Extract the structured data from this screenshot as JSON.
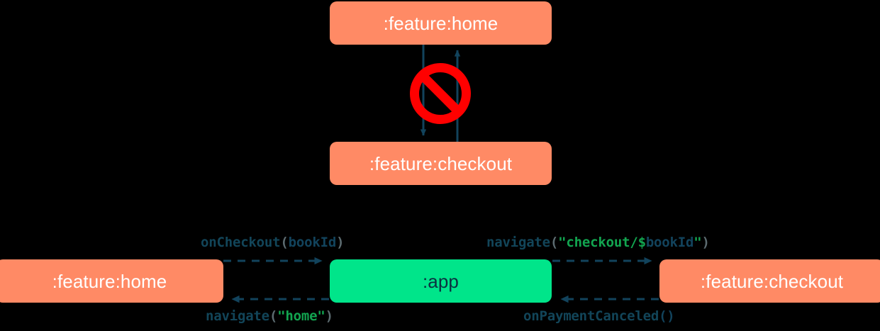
{
  "diagram": {
    "title": "Navigation between feature modules via :app",
    "background_color": "#000000",
    "palette": {
      "feature_node": "#FF8A65",
      "feature_node_text": "#FFFFFF",
      "app_node": "#00E58A",
      "app_node_text": "#0B3040",
      "edge": "#12435C",
      "forbidden": "#FF0000",
      "code_function": "#124559",
      "code_string": "#12A550",
      "code_punct": "#5C6B70"
    },
    "top_section": {
      "nodes": [
        {
          "id": "top-home",
          "label": ":feature:home",
          "type": "feature"
        },
        {
          "id": "top-checkout",
          "label": ":feature:checkout",
          "type": "feature"
        }
      ],
      "edges": [
        {
          "from": "top-home",
          "to": "top-checkout",
          "style": "solid",
          "direction": "down",
          "arrow": true
        },
        {
          "from": "top-checkout",
          "to": "top-home",
          "style": "solid",
          "direction": "up",
          "arrow": true
        }
      ],
      "badge": {
        "name": "no-entry-icon",
        "glyph": "prohibited",
        "meaning": "direct dependency not allowed"
      }
    },
    "bottom_section": {
      "nodes": [
        {
          "id": "bot-home",
          "label": ":feature:home",
          "type": "feature"
        },
        {
          "id": "bot-app",
          "label": ":app",
          "type": "app"
        },
        {
          "id": "bot-checkout",
          "label": ":feature:checkout",
          "type": "feature"
        }
      ],
      "edges": [
        {
          "id": "onCheckout",
          "from": "bot-home",
          "to": "bot-app",
          "style": "dashed",
          "direction": "right",
          "label_position": "above",
          "tokens": [
            {
              "text": "onCheckout",
              "kind": "fn"
            },
            {
              "text": "(",
              "kind": "punct"
            },
            {
              "text": "bookId",
              "kind": "ident"
            },
            {
              "text": ")",
              "kind": "punct"
            }
          ]
        },
        {
          "id": "navigateCheckout",
          "from": "bot-app",
          "to": "bot-checkout",
          "style": "dashed",
          "direction": "right",
          "label_position": "above",
          "tokens": [
            {
              "text": "navigate",
              "kind": "fn"
            },
            {
              "text": "(",
              "kind": "punct"
            },
            {
              "text": "\"checkout/",
              "kind": "str"
            },
            {
              "text": "$",
              "kind": "str"
            },
            {
              "text": "bookId",
              "kind": "ident"
            },
            {
              "text": "\"",
              "kind": "str"
            },
            {
              "text": ")",
              "kind": "punct"
            }
          ]
        },
        {
          "id": "navigateHome",
          "from": "bot-app",
          "to": "bot-home",
          "style": "dashed",
          "direction": "left",
          "label_position": "below",
          "tokens": [
            {
              "text": "navigate",
              "kind": "fn"
            },
            {
              "text": "(",
              "kind": "punct"
            },
            {
              "text": "\"home\"",
              "kind": "str"
            },
            {
              "text": ")",
              "kind": "punct"
            }
          ]
        },
        {
          "id": "onPaymentCanceled",
          "from": "bot-checkout",
          "to": "bot-app",
          "style": "dashed",
          "direction": "left",
          "label_position": "below",
          "tokens": [
            {
              "text": "onPaymentCanceled",
              "kind": "fn"
            },
            {
              "text": "(",
              "kind": "ident"
            },
            {
              "text": ")",
              "kind": "ident"
            }
          ]
        }
      ]
    },
    "labels": {
      "top_home": ":feature:home",
      "top_checkout": ":feature:checkout",
      "bot_home": ":feature:home",
      "bot_app": ":app",
      "bot_checkout": ":feature:checkout",
      "onCheckout": {
        "fn": "onCheckout",
        "open": "(",
        "arg": "bookId",
        "close": ")"
      },
      "navigateCheckout": {
        "fn": "navigate",
        "open": "(",
        "str_a": "\"checkout/",
        "dollar": "$",
        "arg": "bookId",
        "str_b": "\"",
        "close": ")"
      },
      "navigateHome": {
        "fn": "navigate",
        "open": "(",
        "str": "\"home\"",
        "close": ")"
      },
      "onPaymentCanceled": {
        "fn": "onPaymentCanceled",
        "parens": "()"
      }
    }
  }
}
